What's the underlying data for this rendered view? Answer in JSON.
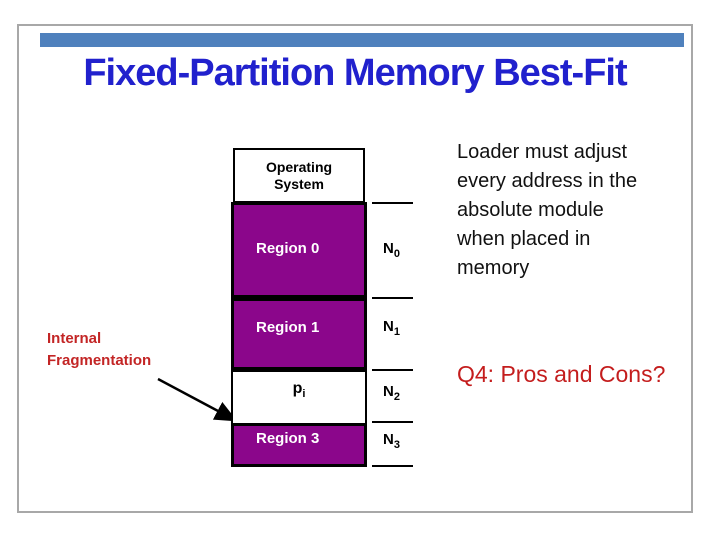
{
  "slide": {
    "title": "Fixed-Partition Memory Best-Fit"
  },
  "diagram": {
    "os_label": "Operating\nSystem",
    "regions": [
      {
        "label": "Region 0"
      },
      {
        "label": "Region 1"
      },
      {
        "label_base": "p",
        "label_sub": "i"
      },
      {
        "label": "Region 3"
      }
    ],
    "ticks": [
      {
        "base": "N",
        "sub": "0"
      },
      {
        "base": "N",
        "sub": "1"
      },
      {
        "base": "N",
        "sub": "2"
      },
      {
        "base": "N",
        "sub": "3"
      }
    ],
    "annotation": "Internal\nFragmentation"
  },
  "notes": {
    "loader_text": "Loader must adjust\nevery address in the\nabsolute module\nwhen placed in\nmemory",
    "question": "Q4: Pros and Cons?"
  },
  "colors": {
    "title_blue": "#2121cd",
    "accent_bar_blue": "#4f81bd",
    "region_purple": "#8b068b",
    "annotation_red": "#c32525",
    "question_red": "#c41d1d",
    "frame_gray": "#a8a8a8"
  }
}
